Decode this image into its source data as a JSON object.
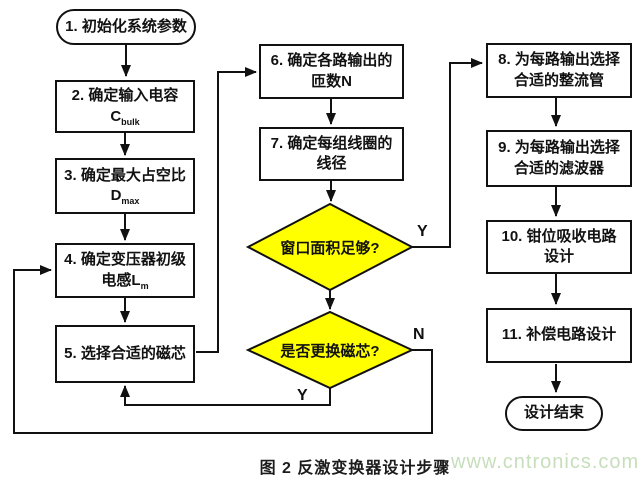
{
  "colors": {
    "background": "#ffffff",
    "node_fill": "#ffffff",
    "border": "#111111",
    "decision_fill": "#ffff00",
    "text": "#111111",
    "watermark": "#c7debc"
  },
  "flowchart": {
    "start": {
      "label": "1. 初始化系统参数"
    },
    "step2": {
      "line1": "2. 确定输入电容",
      "symbol": "C",
      "subscript": "bulk"
    },
    "step3": {
      "line1": "3. 确定最大占空比",
      "symbol": "D",
      "subscript": "max"
    },
    "step4": {
      "line1": "4. 确定变压器初级",
      "line2": "电感L",
      "subscript": "m"
    },
    "step5": {
      "label": "5. 选择合适的磁芯"
    },
    "step6": {
      "line1": "6. 确定各路输出的",
      "line2": "匝数N"
    },
    "step7": {
      "line1": "7. 确定每组线圈的",
      "line2": "线径"
    },
    "decision1": {
      "label": "窗口面积足够?"
    },
    "decision2": {
      "label": "是否更换磁芯?"
    },
    "step8": {
      "line1": "8. 为每路输出选择",
      "line2": "合适的整流管"
    },
    "step9": {
      "line1": "9. 为每路输出选择",
      "line2": "合适的滤波器"
    },
    "step10": {
      "line1": "10. 钳位吸收电路",
      "line2": "设计"
    },
    "step11": {
      "label": "11. 补偿电路设计"
    },
    "end": {
      "label": "设计结束"
    },
    "labels": {
      "decision1_yes": "Y",
      "decision2_no": "N",
      "decision2_yes": "Y"
    }
  },
  "caption": "图 2 反激变换器设计步骤",
  "watermark": "www.cntronics.com"
}
